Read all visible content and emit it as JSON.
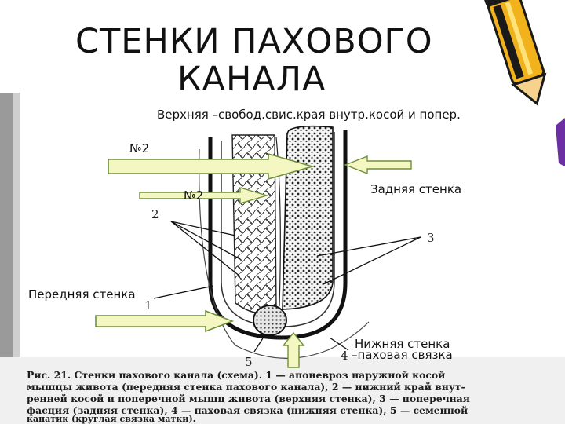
{
  "title": {
    "line1": "СТЕНКИ ПАХОВОГО",
    "line2": "КАНАЛА"
  },
  "labels": {
    "top": "Верхняя –свобод.свис.края внутр.косой и попер.",
    "no2_upper": "№2",
    "no2_lower": "№2",
    "back": "Задняя стенка",
    "front": "Передняя стенка",
    "bottom_line1": "Нижняя стенка",
    "bottom_line2": "–паховая связка"
  },
  "figure_numbers": [
    "1",
    "2",
    "3",
    "4",
    "5"
  ],
  "caption": [
    "Рис. 21. Стенки пахового канала (схема). 1 — апоневроз наружной косой",
    "мышцы живота (передняя стенка пахового канала), 2 — нижний край внут-",
    "ренней косой и поперечной мышц живота (верхняя стенка), 3 — поперечная",
    "фасция (задняя стенка), 4 — паховая связка (нижняя стенка), 5 — семенной",
    "канатик (круглая связка матки)."
  ],
  "colors": {
    "arrow_fill": "#f5f7c2",
    "arrow_stroke": "#6f8f3a",
    "pencil_body": "#f2b21c",
    "pencil_stripe": "#1a1a1a",
    "pencil_tip": "#6b2fa3"
  },
  "icons": [
    "pencil-icon"
  ]
}
